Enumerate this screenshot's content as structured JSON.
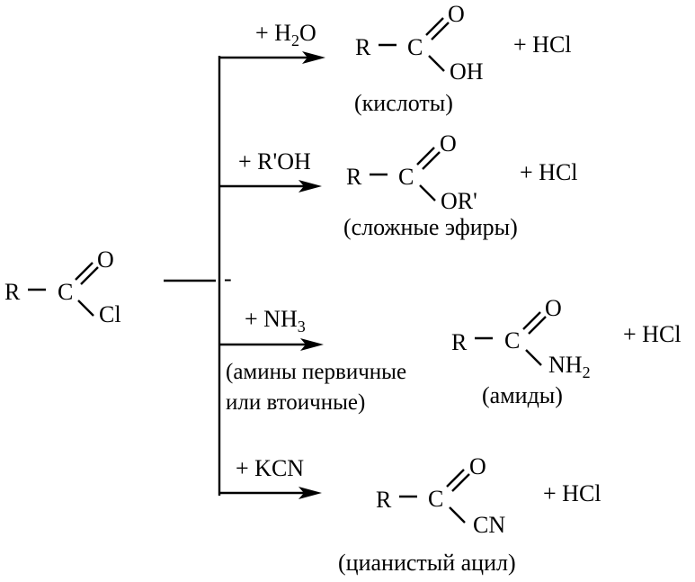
{
  "reactant": {
    "r": "R",
    "c": "C",
    "o": "O",
    "cl": "Cl"
  },
  "dash_mark": "-",
  "reactions": [
    {
      "reagent_prefix": "+ H",
      "reagent_sub": "2",
      "reagent_suffix": "O",
      "product": {
        "r": "R",
        "c": "C",
        "o": "O",
        "group": "OH",
        "group_sub": ""
      },
      "byproduct": "+ HCl",
      "caption": "(кислоты)"
    },
    {
      "reagent_prefix": "+ R'OH",
      "reagent_sub": "",
      "reagent_suffix": "",
      "product": {
        "r": "R",
        "c": "C",
        "o": "O",
        "group": "OR'",
        "group_sub": ""
      },
      "byproduct": "+ HCl",
      "caption": "(сложные эфиры)"
    },
    {
      "reagent_prefix": "+ NH",
      "reagent_sub": "3",
      "reagent_suffix": "",
      "reagent_note_line1": "(амины первичные",
      "reagent_note_line2": "или втоичные)",
      "product": {
        "r": "R",
        "c": "C",
        "o": "O",
        "group": "NH",
        "group_sub": "2"
      },
      "byproduct": "+ HCl",
      "caption": "(амиды)"
    },
    {
      "reagent_prefix": "+ KCN",
      "reagent_sub": "",
      "reagent_suffix": "",
      "product": {
        "r": "R",
        "c": "C",
        "o": "O",
        "group": "CN",
        "group_sub": ""
      },
      "byproduct": "+ HCl",
      "caption": "(цианистый ацил)"
    }
  ]
}
